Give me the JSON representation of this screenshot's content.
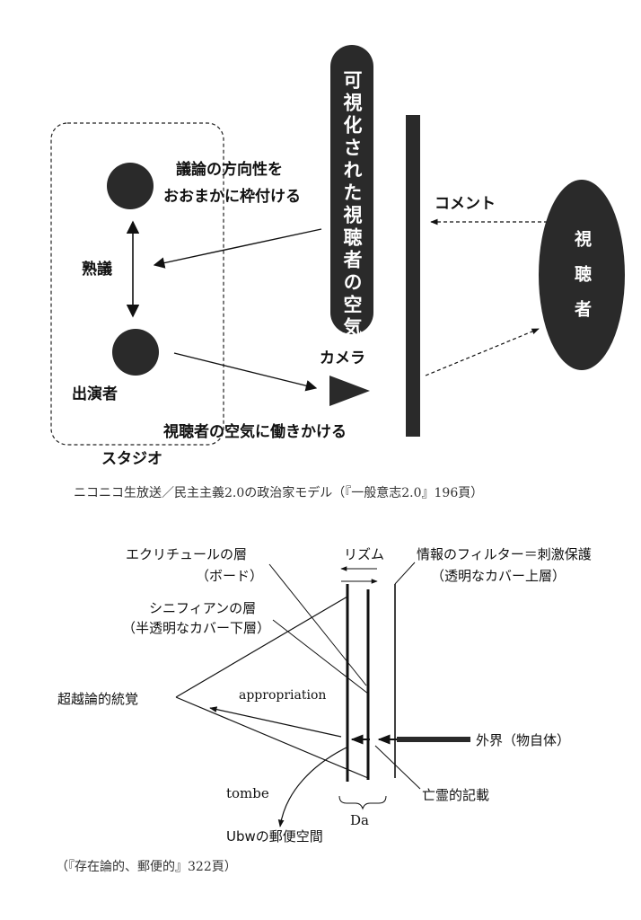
{
  "top_diagram": {
    "vertical_pill_text": "可視化された視聴者の空気",
    "upper_annotation_line1": "議論の方向性を",
    "upper_annotation_line2": "おおまかに枠付ける",
    "deliberation_label": "熟議",
    "performers_label": "出演者",
    "camera_label": "カメラ",
    "bottom_annotation": "視聴者の空気に働きかける",
    "studio_label": "スタジオ",
    "comment_label": "コメント",
    "viewers_text": "視聴者",
    "caption": "ニコニコ生放送／民主主義2.0の政治家モデル（『一般意志2.0』196頁）"
  },
  "bottom_diagram": {
    "ecriture_layer_line1": "エクリチュールの層",
    "ecriture_layer_line2": "（ボード）",
    "rhythm_label": "リズム",
    "info_filter_line1": "情報のフィルター＝刺激保護",
    "info_filter_line2": "（透明なカバー上層）",
    "signifiant_layer_line1": "シニフィアンの層",
    "signifiant_layer_line2": "（半透明なカバー下層）",
    "transcendental_label": "超越論的統覚",
    "appropriation_label": "appropriation",
    "outer_world_label": "外界（物自体）",
    "tombe_label": "tombe",
    "ghost_record_label": "亡霊的記載",
    "da_label": "Da",
    "ubw_label": "Ubwの郵便空間",
    "caption": "（『存在論的、郵便的』322頁）"
  }
}
